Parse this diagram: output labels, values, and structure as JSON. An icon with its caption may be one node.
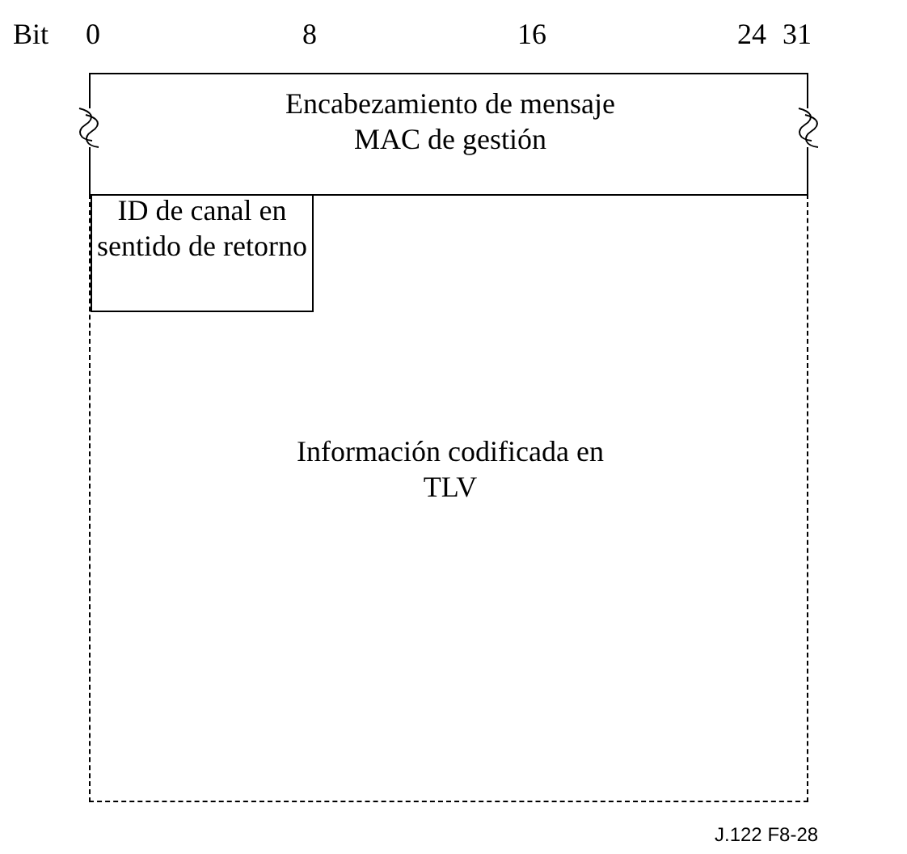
{
  "diagram": {
    "nodes": [
      {
        "text": [
          "Encabezamiento de mensaje MAC de gestión"
        ]
      },
      {
        "text": [
          "Información codificada en TLV"
        ]
      },
      {
        "text": [
          "ID de canal en sentido de retorno"
        ],
        "in": 1
      }
    ],
    "labels": [
      "Bit",
      "0",
      "8",
      "16",
      "24",
      "31",
      "J.122 F8-28"
    ]
  }
}
